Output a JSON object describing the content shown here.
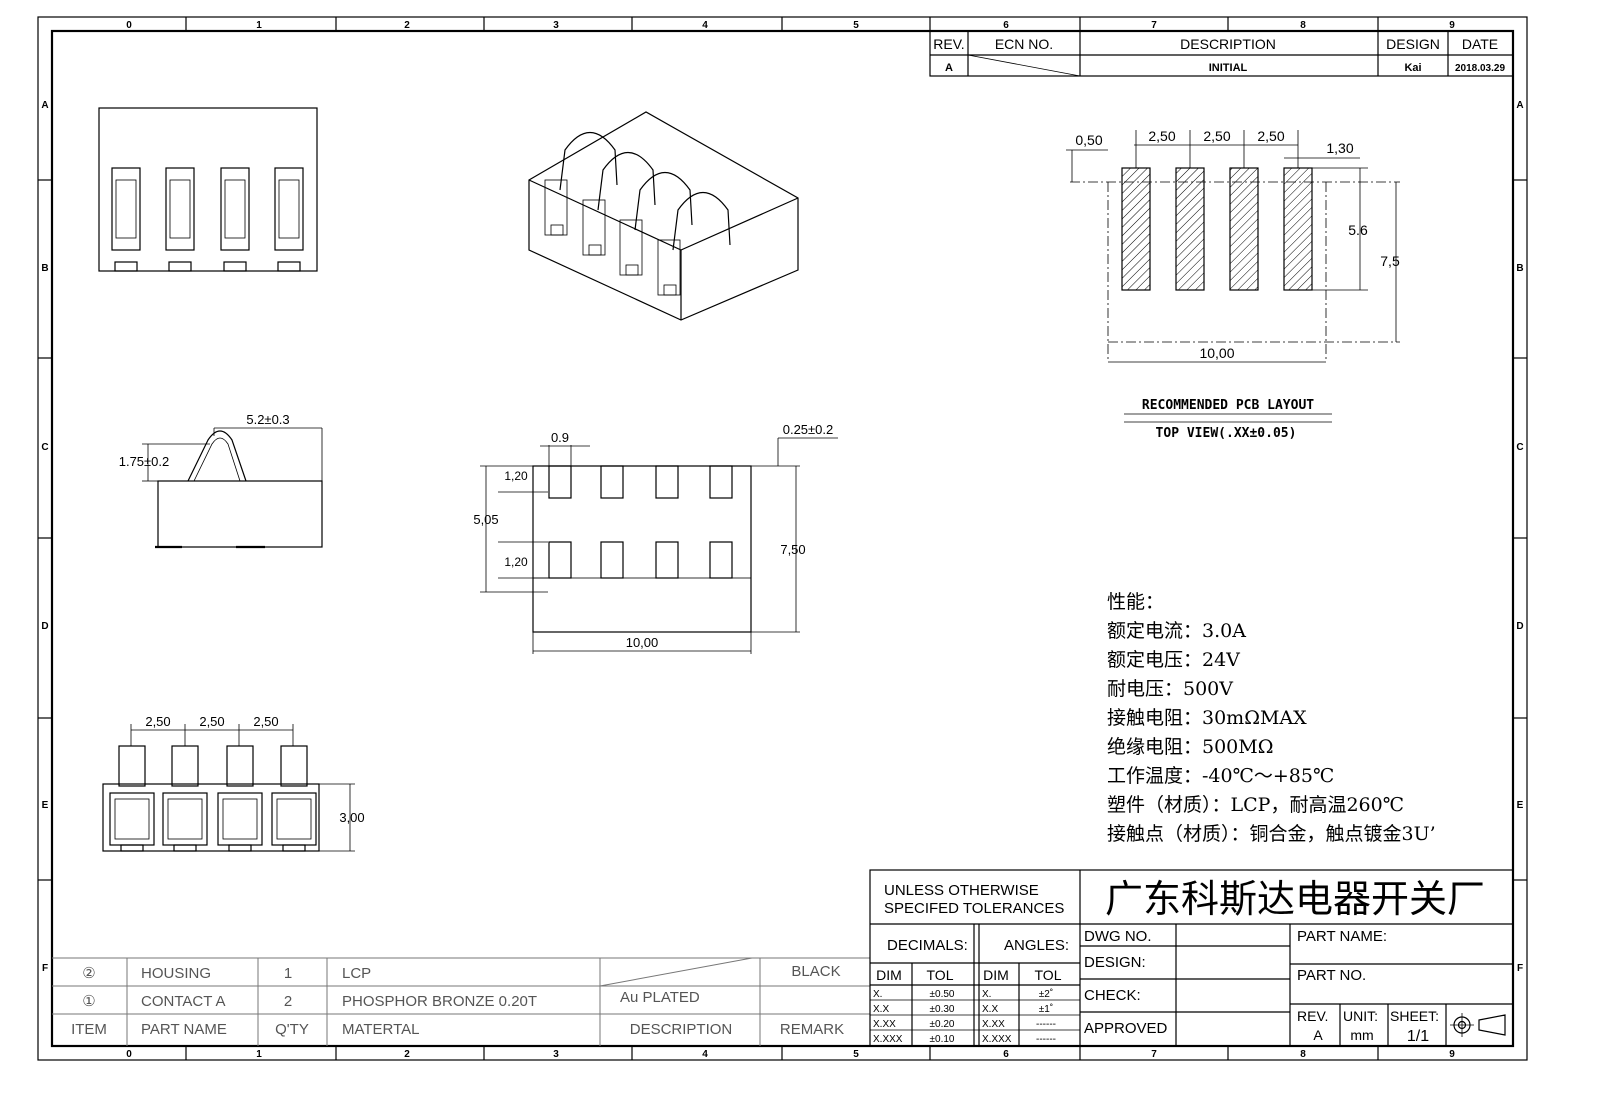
{
  "zone_columns": [
    "0",
    "1",
    "2",
    "3",
    "4",
    "5",
    "6",
    "7",
    "8",
    "9"
  ],
  "zone_rows": [
    "A",
    "B",
    "C",
    "D",
    "E",
    "F"
  ],
  "revision_block": {
    "headers": {
      "rev": "REV.",
      "ecn": "ECN NO.",
      "description": "DESCRIPTION",
      "design": "DESIGN",
      "date": "DATE"
    },
    "row": {
      "rev": "A",
      "description": "INITIAL",
      "design": "Kai",
      "date": "2018.03.29"
    }
  },
  "pcb_layout": {
    "dims": {
      "edge": "0,50",
      "pitch": "2,50",
      "pad_width": "1,30",
      "pad_length": "5.6",
      "height": "7,5",
      "width": "10,00"
    },
    "caption1": "RECOMMENDED PCB LAYOUT",
    "caption2": "TOP VIEW(.XX±0.05)"
  },
  "side_view": {
    "dims": {
      "contact_span": "5.2±0.3",
      "contact_height": "1.75±0.2"
    }
  },
  "front_view": {
    "dims": {
      "slot_width": "0.9",
      "tolerance_top": "0.25±0.2",
      "slot_h_top": "1,20",
      "slot_h_bottom": "1,20",
      "spacing": "5,05",
      "height": "7,50",
      "width": "10,00"
    }
  },
  "bottom_view": {
    "dims": {
      "pitch": "2,50",
      "depth": "3,00"
    }
  },
  "specs": {
    "title": "性能：",
    "lines": [
      "额定电流：3.0A",
      "额定电压：24V",
      "耐电压：500V",
      "接触电阻：30mΩMAX",
      "绝缘电阻：500MΩ",
      "工作温度：-40℃～+85℃",
      "塑件（材质）：LCP，耐高温260℃",
      "接触点（材质）：铜合金，触点镀金3U’"
    ]
  },
  "title_block": {
    "company": "广东科斯达电器开关厂",
    "tolerance_note_1": "UNLESS OTHERWISE",
    "tolerance_note_2": "SPECIFED TOLERANCES",
    "decimals": "DECIMALS:",
    "angles": "ANGLES:",
    "dim": "DIM",
    "tol": "TOL",
    "decimal_rows": [
      [
        "X.",
        "±0.50"
      ],
      [
        "X.X",
        "±0.30"
      ],
      [
        "X.XX",
        "±0.20"
      ],
      [
        "X.XXX",
        "±0.10"
      ]
    ],
    "angle_rows": [
      [
        "X.",
        "±2˚"
      ],
      [
        "X.X",
        "±1˚"
      ],
      [
        "X.XX",
        "------"
      ],
      [
        "X.XXX",
        "------"
      ]
    ],
    "dwg_no": "DWG NO.",
    "design": "DESIGN:",
    "check": "CHECK:",
    "approved": "APPROVED",
    "part_name": "PART NAME:",
    "part_no": "PART NO.",
    "rev_label": "REV.",
    "rev_value": "A",
    "unit_label": "UNIT:",
    "unit_value": "mm",
    "sheet_label": "SHEET:",
    "sheet_value": "1/1"
  },
  "bom": {
    "rows": [
      {
        "item": "②",
        "name": "HOUSING",
        "qty": "1",
        "material": "LCP",
        "description": "",
        "remark": "BLACK"
      },
      {
        "item": "①",
        "name": "CONTACT A",
        "qty": "2",
        "material": "PHOSPHOR BRONZE 0.20T",
        "description": "Au PLATED",
        "remark": ""
      }
    ],
    "header": {
      "item": "ITEM",
      "name": "PART NAME",
      "qty": "Q'TY",
      "material": "MATERTAL",
      "description": "DESCRIPTION",
      "remark": "REMARK"
    }
  }
}
